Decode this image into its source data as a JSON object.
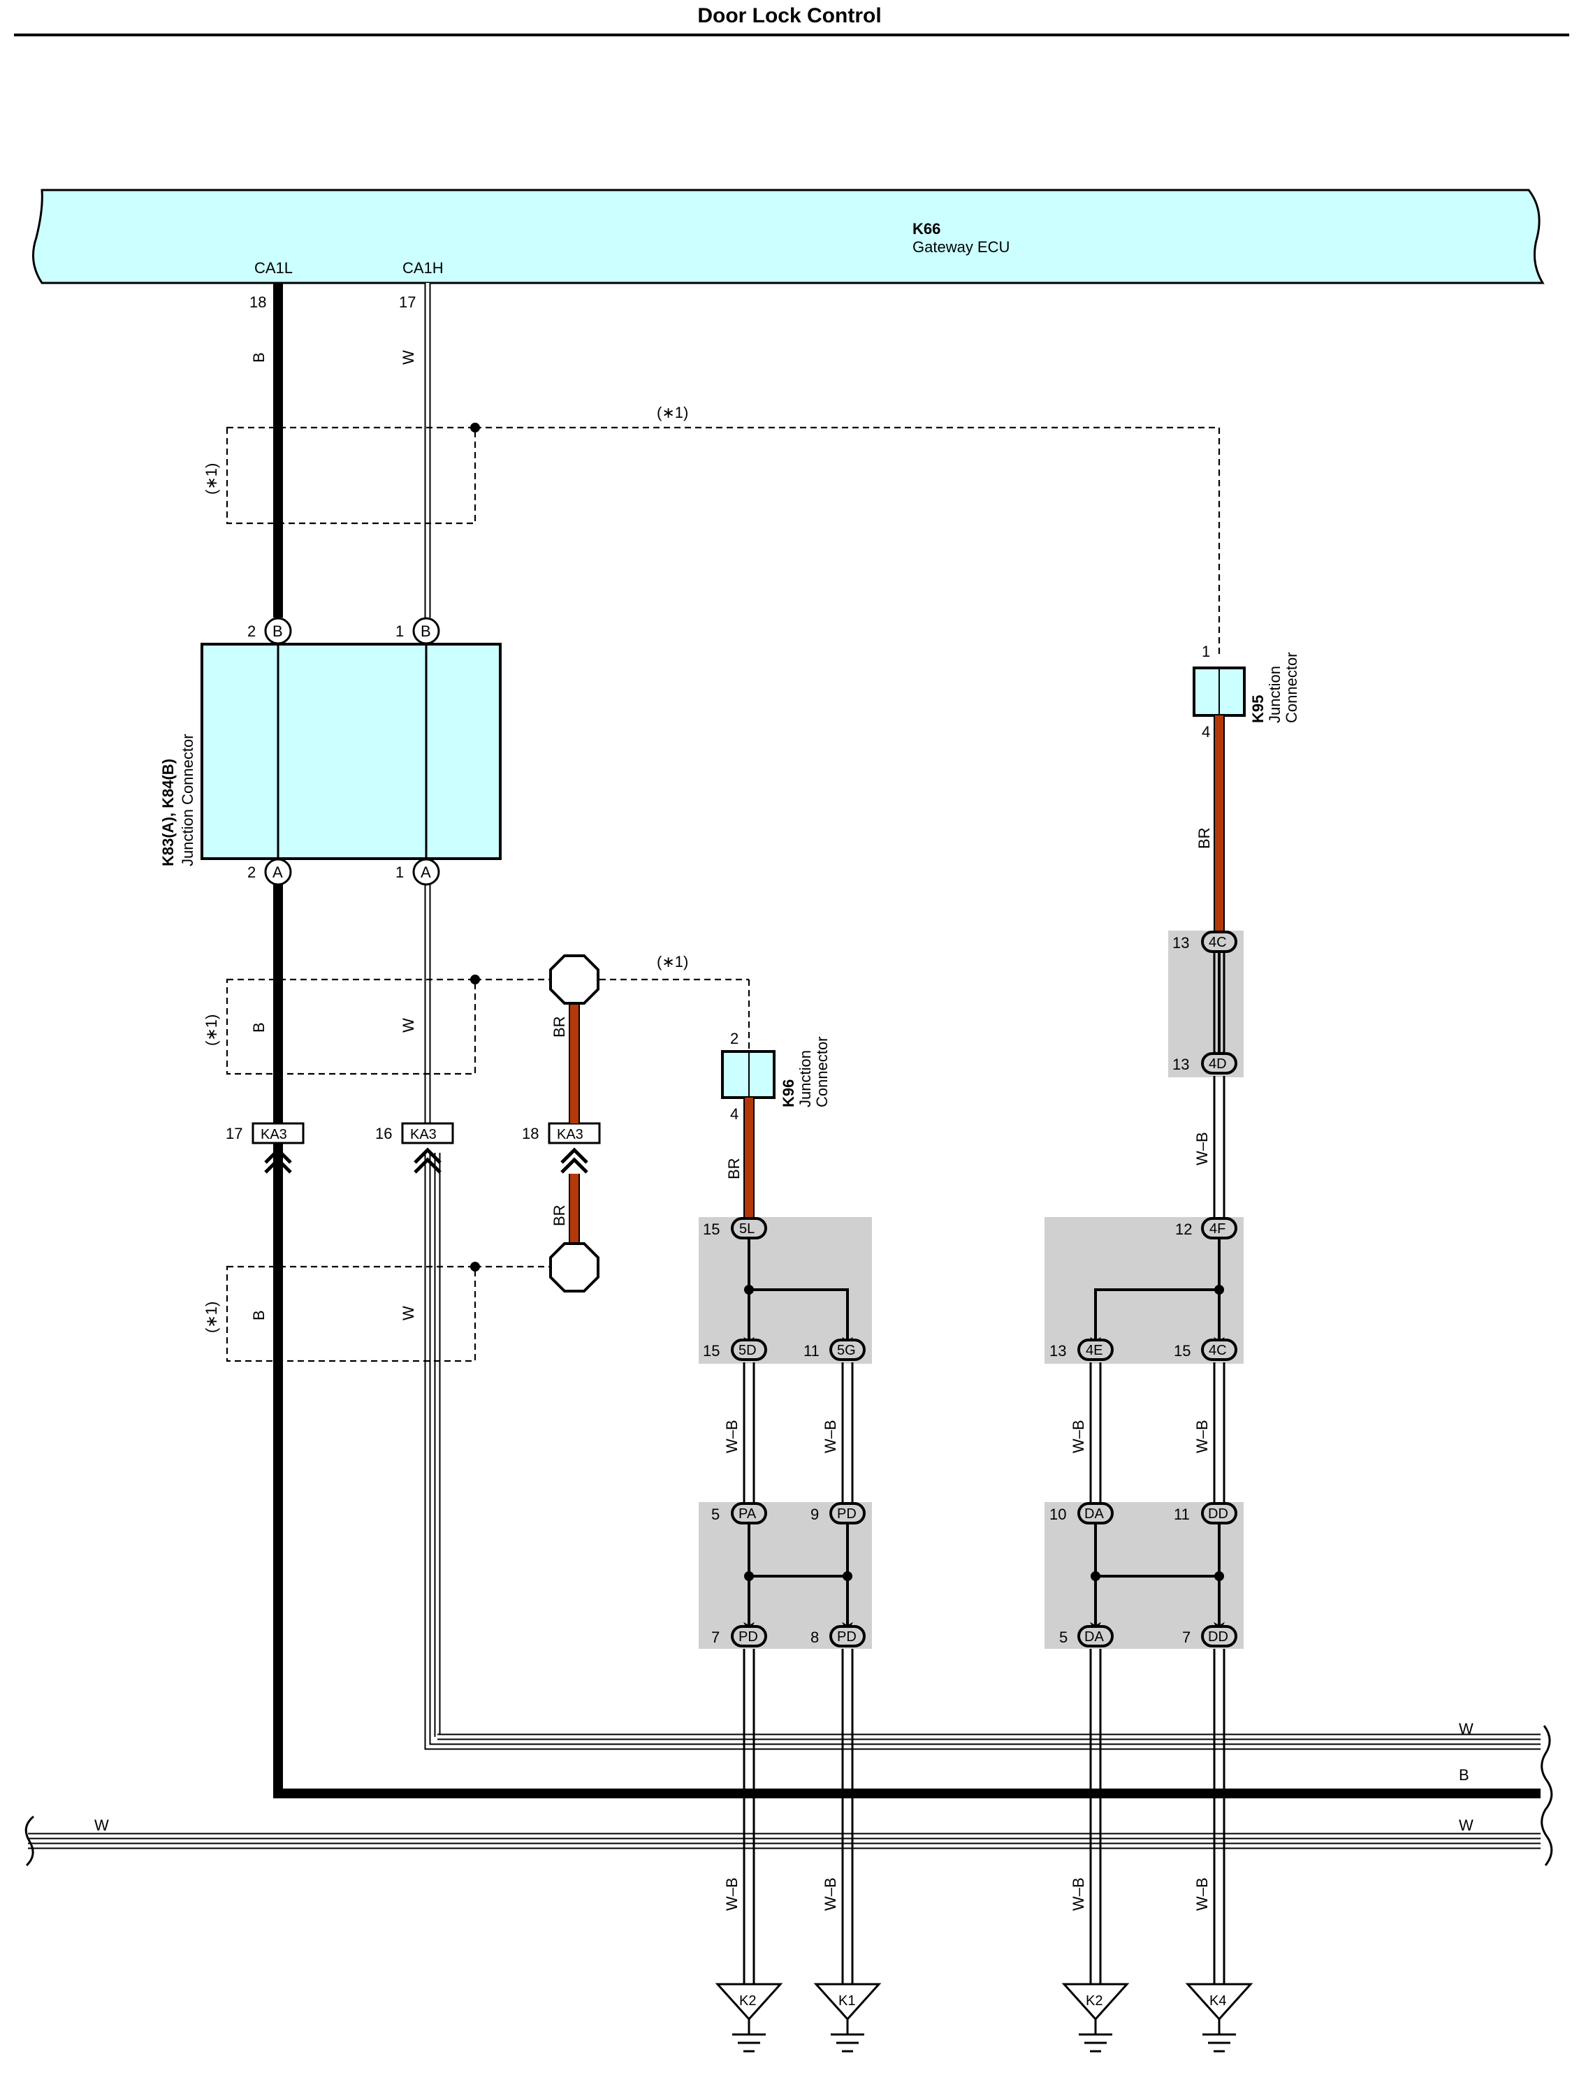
{
  "page": {
    "title": "Door Lock Control"
  },
  "colors": {
    "ecu_fill": "#ccffff",
    "splice_fill": "#d0d0d0",
    "br_wire": "#b33a08",
    "black_wire": "#000000",
    "white_wire": "#ffffff"
  },
  "ecu": {
    "id": "K66",
    "name": "Gateway ECU",
    "terminal_l": "CA1L",
    "terminal_h": "CA1H",
    "pin_l": "18",
    "pin_h": "17"
  },
  "jc_k83": {
    "id": "K83(A), K84(B)",
    "name": "Junction Connector",
    "pin_top_b": "2",
    "pin_top_w": "1",
    "pin_bot_b": "2",
    "pin_bot_w": "1",
    "letter_top": "B",
    "letter_bot": "A"
  },
  "jc_k95": {
    "id": "K95",
    "name1": "Junction",
    "name2": "Connector",
    "pin_top": "1",
    "pin_bot": "4"
  },
  "jc_k96": {
    "id": "K96",
    "name1": "Junction",
    "name2": "Connector",
    "pin_top": "2",
    "pin_bot": "4"
  },
  "note": "(∗1)",
  "wire_colors": {
    "b": "B",
    "w": "W",
    "br": "BR",
    "wb": "W–B"
  },
  "ka3": {
    "label": "KA3",
    "pin_b": "17",
    "pin_w": "16",
    "pin_br": "18"
  },
  "splices": {
    "k95_top": {
      "label": "4C",
      "pin": "13"
    },
    "k95_bot": {
      "label": "4D",
      "pin": "13"
    },
    "r1_in": {
      "label": "4F",
      "pin": "12"
    },
    "r1_out_l": {
      "label": "4E",
      "pin": "13"
    },
    "r1_out_r": {
      "label": "4C",
      "pin": "15"
    },
    "l1_in": {
      "label": "5L",
      "pin": "15"
    },
    "l1_out_l": {
      "label": "5D",
      "pin": "15"
    },
    "l1_out_r": {
      "label": "5G",
      "pin": "11"
    },
    "l2_in_l": {
      "label": "PA",
      "pin": "5"
    },
    "l2_in_r": {
      "label": "PD",
      "pin": "9"
    },
    "l2_out_l": {
      "label": "PD",
      "pin": "7"
    },
    "l2_out_r": {
      "label": "PD",
      "pin": "8"
    },
    "r2_in_l": {
      "label": "DA",
      "pin": "10"
    },
    "r2_in_r": {
      "label": "DD",
      "pin": "11"
    },
    "r2_out_l": {
      "label": "DA",
      "pin": "5"
    },
    "r2_out_r": {
      "label": "DD",
      "pin": "7"
    }
  },
  "grounds": [
    "K2",
    "K1",
    "K2",
    "K4"
  ]
}
